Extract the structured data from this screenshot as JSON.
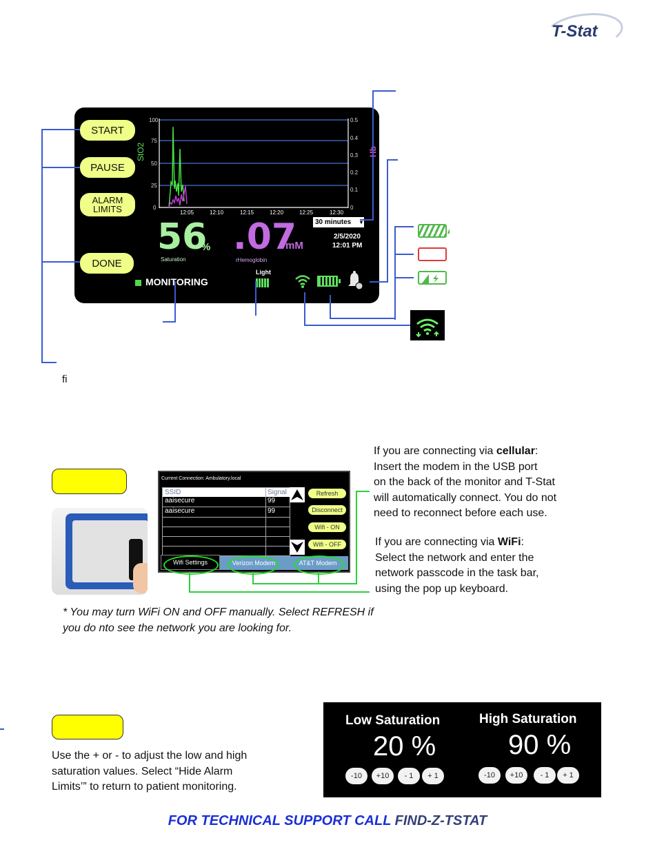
{
  "brand": {
    "logo_text": "T-Stat"
  },
  "monitor": {
    "buttons": {
      "start": "START",
      "pause": "PAUSE",
      "alarm_limits_1": "ALARM",
      "alarm_limits_2": "LIMITS",
      "done": "DONE"
    },
    "chart": {
      "ylabel_left": "StO2",
      "ylabel_right": "Hb",
      "left_ticks": [
        "100",
        "75",
        "50",
        "25",
        "0"
      ],
      "right_ticks": [
        "0.5",
        "0.4",
        "0.3",
        "0.2",
        "0.1",
        "0"
      ],
      "x_ticks": [
        "12:05",
        "12:10",
        "12:15",
        "12:20",
        "12:25",
        "12:30"
      ]
    },
    "time_range": "30 minutes",
    "date": "2/5/2020",
    "time": "12:01 PM",
    "saturation_value": "56",
    "saturation_unit": "%",
    "saturation_label": "Saturation",
    "hemoglobin_value": ".07",
    "hemoglobin_unit": "mM",
    "hemoglobin_label": "rHemoglobin",
    "light_label": "Light",
    "status": "MONITORING"
  },
  "stray_glyph": "ﬁ",
  "wifi": {
    "current_connection": "Current Connection:   Ambulatory.local",
    "table_headers": [
      "SSID",
      "Signal"
    ],
    "rows": [
      [
        "aaisecure",
        "99"
      ],
      [
        "aaisecure",
        "99"
      ]
    ],
    "buttons": [
      "Refresh",
      "Disconnect",
      "Wifi - ON",
      "Wifi - OFF"
    ],
    "tabs": [
      "Wifi Settings",
      "Verizon Modem",
      "AT&T Modem"
    ]
  },
  "cellular_text": {
    "line1_pre": "If you are connecting via ",
    "line1_bold": "cellular",
    "line1_post": ":",
    "line2": "Insert the modem in the USB port",
    "line3": "on the back of the monitor and T-Stat",
    "line4": "will automatically connect. You do not",
    "line5": "need to reconnect before each use."
  },
  "wifi_text": {
    "line1_pre": "If you are connecting via ",
    "line1_bold": "WiFi",
    "line1_post": ":",
    "line2": "Select the network and enter the",
    "line3": "network passcode in the task bar,",
    "line4": "using the pop up keyboard."
  },
  "wifi_note": {
    "line1": "* You may turn WiFi ON and OFF manually. Select REFRESH if",
    "line2": "you do nto see the network  you are looking for."
  },
  "alarm_text": {
    "line1": "Use the  + or - to adjust the low and high",
    "line2": "saturation values. Select “Hide Alarm",
    "line3": "Limits’” to return to patient monitoring."
  },
  "alarm_panel": {
    "low_label": "Low Saturation",
    "low_value": "20 %",
    "high_label": "High Saturation",
    "high_value": "90 %",
    "buttons": [
      "-10",
      "+10",
      "- 1",
      "+ 1"
    ]
  },
  "footer": {
    "part1": "FOR TECHNICAL SUPPORT CALL ",
    "part2": "FIND-Z-TSTAT"
  }
}
